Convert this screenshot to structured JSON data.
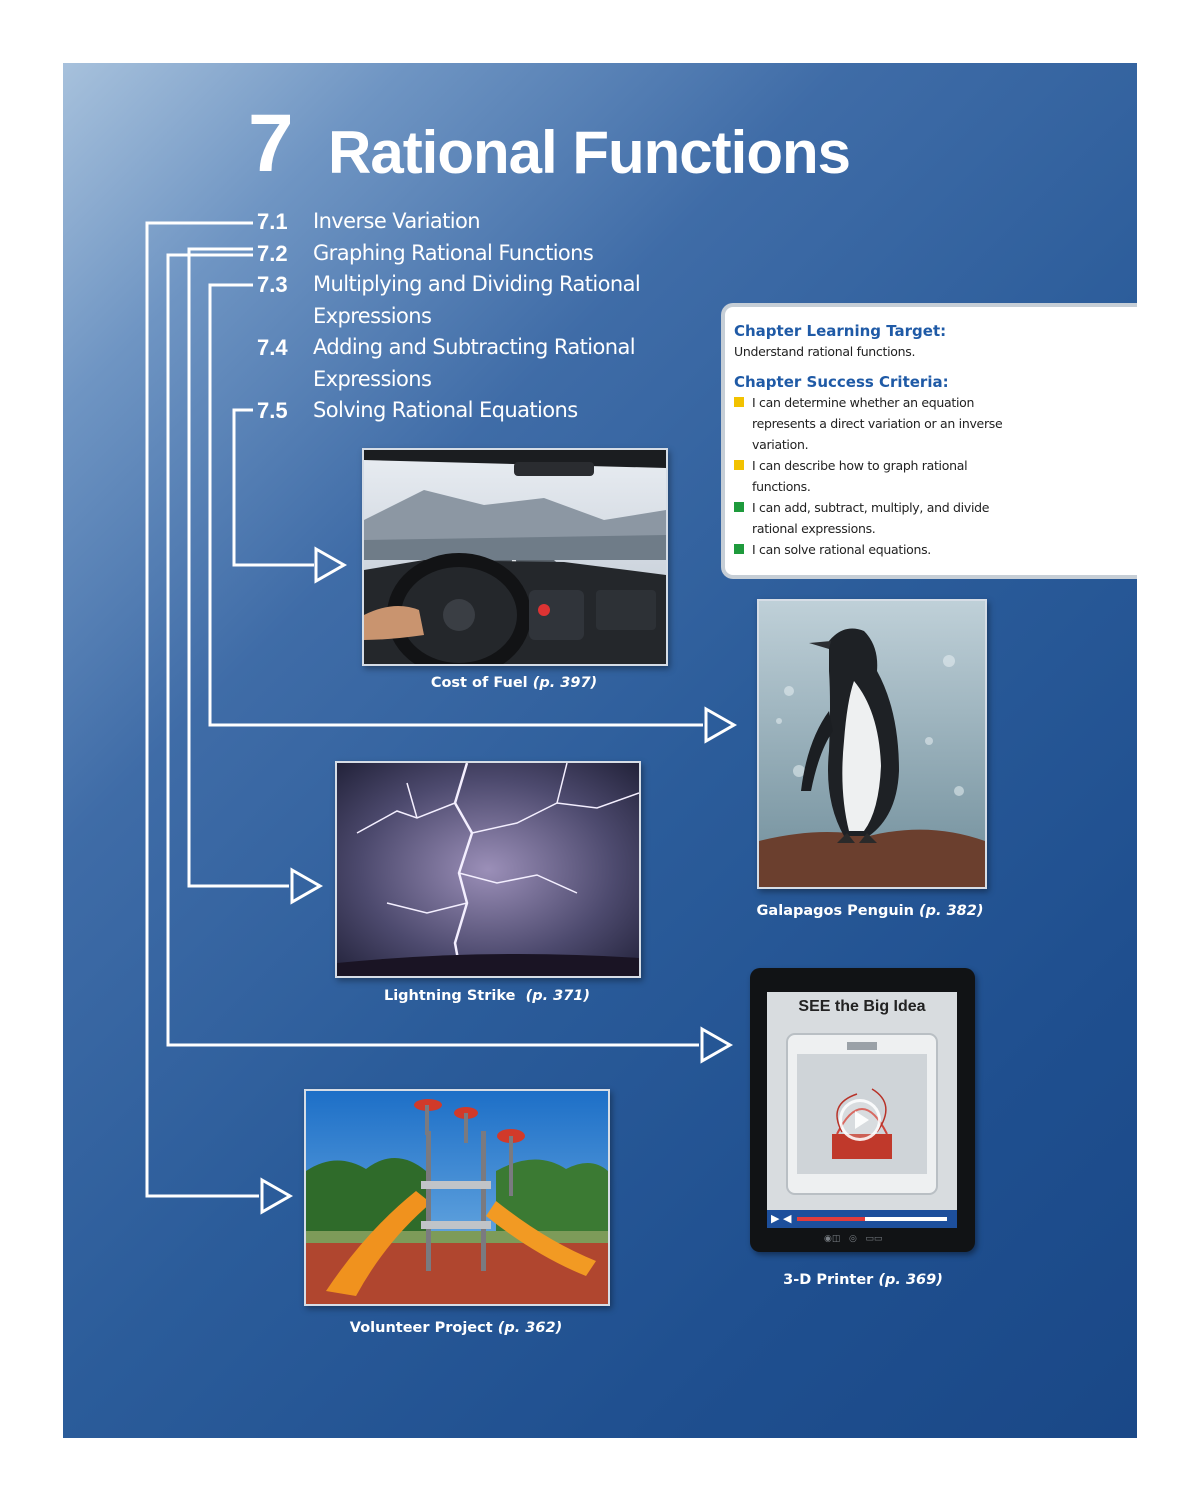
{
  "chapter": {
    "number": "7",
    "title": "Rational Functions",
    "sections": [
      {
        "number": "7.1",
        "title": "Inverse Variation"
      },
      {
        "number": "7.2",
        "title": "Graphing Rational Functions"
      },
      {
        "number": "7.3",
        "title": "Multiplying and Dividing Rational Expressions"
      },
      {
        "number": "7.4",
        "title": "Adding and Subtracting Rational Expressions"
      },
      {
        "number": "7.5",
        "title": "Solving Rational Equations"
      }
    ]
  },
  "card": {
    "target_heading": "Chapter Learning Target:",
    "target_text": "Understand rational functions.",
    "criteria_heading": "Chapter Success Criteria:",
    "criteria": [
      {
        "text": "I can determine whether an equation represents a direct variation or an inverse variation.",
        "color": "#f2c200"
      },
      {
        "text": "I can describe how to graph rational functions.",
        "color": "#f2c200"
      },
      {
        "text": "I can add, subtract, multiply, and divide rational expressions.",
        "color": "#1e9a3c"
      },
      {
        "text": "I can solve rational equations.",
        "color": "#1e9a3c"
      }
    ]
  },
  "photos": {
    "fuel": {
      "caption": "Cost of Fuel",
      "page": "(p. 397)"
    },
    "penguin": {
      "caption": "Galapagos Penguin",
      "page": "(p. 382)"
    },
    "lightning": {
      "caption": "Lightning Strike",
      "page": "(p. 371)"
    },
    "printer": {
      "caption": "3-D Printer",
      "page": "(p. 369)",
      "video_title": "SEE the Big Idea"
    },
    "playground": {
      "caption": "Volunteer Project",
      "page": "(p. 362)"
    }
  }
}
